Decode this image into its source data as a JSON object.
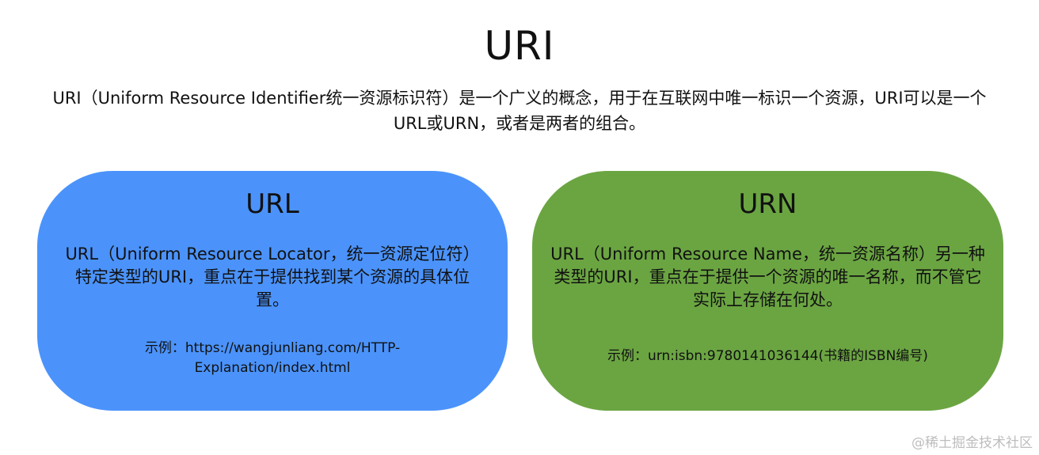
{
  "title": "URI",
  "description": "URI（Uniform Resource Identifier统一资源标识符）是一个广义的概念，用于在互联网中唯一标识一个资源，URI可以是一个URL或URN，或者是两者的组合。",
  "colors": {
    "url_card": "#4b93fb",
    "urn_card": "#6ba542"
  },
  "url": {
    "title": "URL",
    "body": "URL（Uniform Resource Locator，统一资源定位符）特定类型的URI，重点在于提供找到某个资源的具体位置。",
    "example": "示例：https://wangjunliang.com/HTTP-Explanation/index.html"
  },
  "urn": {
    "title": "URN",
    "body": "URL（Uniform Resource Name，统一资源名称）另一种类型的URI，重点在于提供一个资源的唯一名称，而不管它实际上存储在何处。",
    "example": "示例：urn:isbn:9780141036144(书籍的ISBN编号)"
  },
  "watermark": "@稀土掘金技术社区"
}
